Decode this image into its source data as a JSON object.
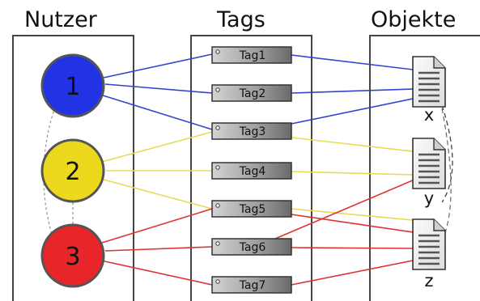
{
  "headers": {
    "users": "Nutzer",
    "tags": "Tags",
    "objects": "Objekte"
  },
  "users": [
    {
      "label": "1",
      "color": "#2233e6"
    },
    {
      "label": "2",
      "color": "#ecd91e"
    },
    {
      "label": "3",
      "color": "#e8262a"
    }
  ],
  "tags": [
    "Tag1",
    "Tag2",
    "Tag3",
    "Tag4",
    "Tag5",
    "Tag6",
    "Tag7"
  ],
  "objects": [
    "x",
    "y",
    "z"
  ],
  "colors": {
    "user1_links": "#3344cc",
    "user2_links": "#e6dc55",
    "user3_links": "#dd3333",
    "tag_fill_light": "#c8c8c8",
    "tag_fill_dark": "#6e6e6e"
  }
}
